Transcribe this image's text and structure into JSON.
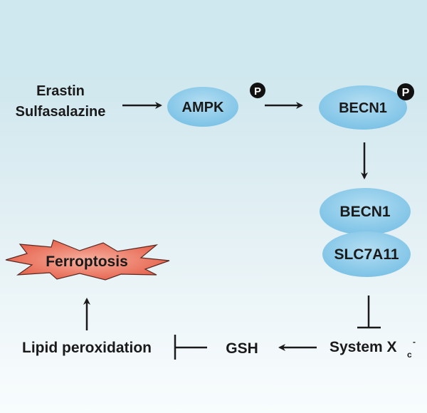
{
  "diagram": {
    "title": "",
    "inducers": [
      "Erastin",
      "Sulfasalazine"
    ],
    "nodes": {
      "ampk": "AMPK",
      "becn1_p": "BECN1",
      "becn1_complex": "BECN1",
      "slc7a11": "SLC7A11",
      "ferroptosis": "Ferroptosis",
      "lipid_peroxidation": "Lipid peroxidation",
      "gsh": "GSH",
      "system_xc": "System X",
      "system_xc_sub": "c",
      "system_xc_sup": "-"
    },
    "phospho_label": "P",
    "edges": [
      {
        "from": "Erastin/Sulfasalazine",
        "to": "AMPK",
        "type": "activation"
      },
      {
        "from": "AMPK",
        "to": "BECN1",
        "type": "activation (phosphorylation)"
      },
      {
        "from": "BECN1",
        "to": "BECN1-SLC7A11 complex",
        "type": "activation"
      },
      {
        "from": "BECN1-SLC7A11 complex",
        "to": "System Xc-",
        "type": "inhibition"
      },
      {
        "from": "System Xc-",
        "to": "GSH",
        "type": "activation"
      },
      {
        "from": "GSH",
        "to": "Lipid peroxidation",
        "type": "inhibition"
      },
      {
        "from": "Lipid peroxidation",
        "to": "Ferroptosis",
        "type": "activation"
      }
    ],
    "colors": {
      "node_fill": "#8ccbea",
      "node_fill_center": "#b4def2",
      "ferroptosis_fill": "#e8604a",
      "ferroptosis_center": "#f6a593",
      "text": "#1a1a1a",
      "phospho": "#111111"
    }
  }
}
